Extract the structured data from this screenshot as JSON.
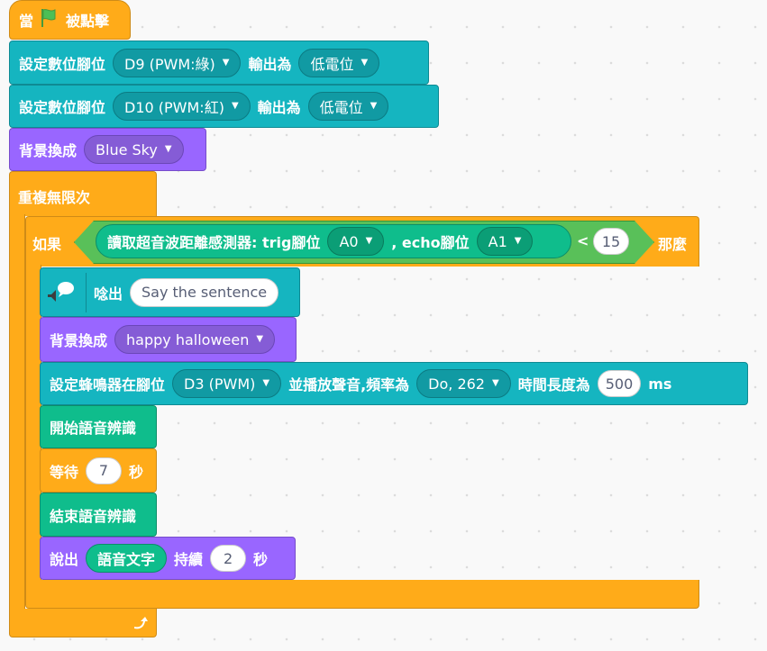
{
  "hat": {
    "prefix": "當",
    "suffix": "被點擊",
    "icon": "green-flag-icon"
  },
  "set_pin1": {
    "label": "設定數位腳位",
    "pin": "D9 (PWM:綠)",
    "mid": "輸出為",
    "level": "低電位"
  },
  "set_pin2": {
    "label": "設定數位腳位",
    "pin": "D10 (PWM:紅)",
    "mid": "輸出為",
    "level": "低電位"
  },
  "backdrop1": {
    "label": "背景換成",
    "value": "Blue Sky"
  },
  "forever": {
    "label": "重複無限次",
    "loop_icon": "loop-arrow-icon"
  },
  "if_block": {
    "label": "如果",
    "then": "那麼",
    "sensor": {
      "label": "讀取超音波距離感測器: trig腳位",
      "trig": "A0",
      "echo_label": ", echo腳位",
      "echo": "A1"
    },
    "op": "<",
    "value": "15"
  },
  "speak": {
    "label": "唸出",
    "value": "Say the sentence",
    "icon": "speaker-icon"
  },
  "backdrop2": {
    "label": "背景換成",
    "value": "happy halloween"
  },
  "buzzer": {
    "label": "設定蜂鳴器在腳位",
    "pin": "D3 (PWM)",
    "mid": "並播放聲音,頻率為",
    "note": "Do, 262",
    "dur_label": "時間長度為",
    "duration": "500",
    "unit": "ms"
  },
  "start_sr": {
    "label": "開始語音辨識"
  },
  "wait": {
    "label": "等待",
    "value": "7",
    "unit": "秒"
  },
  "stop_sr": {
    "label": "結束語音辨識"
  },
  "say": {
    "label": "說出",
    "reporter": "語音文字",
    "mid": "持續",
    "value": "2",
    "unit": "秒"
  },
  "colors": {
    "events": "#ffab19",
    "control": "#ffab19",
    "pins": "#15b5c0",
    "looks": "#9966ff",
    "operators": "#59c059",
    "sensor": "#0fbd8c"
  }
}
